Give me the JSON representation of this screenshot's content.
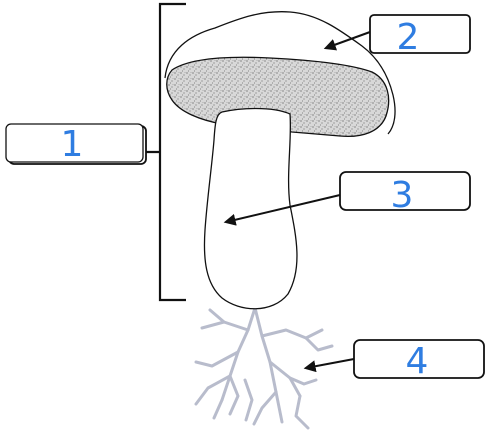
{
  "labels": [
    {
      "id": "1",
      "text": "1",
      "color": "#2f7de1"
    },
    {
      "id": "2",
      "text": "2",
      "color": "#2f7de1"
    },
    {
      "id": "3",
      "text": "3",
      "color": "#2f7de1"
    },
    {
      "id": "4",
      "text": "4",
      "color": "#2f7de1"
    }
  ],
  "colors": {
    "stroke": "#111111",
    "cap_fill": "#c9c9c9",
    "roots": "#b8bccc",
    "label_text": "#2f7de1"
  }
}
